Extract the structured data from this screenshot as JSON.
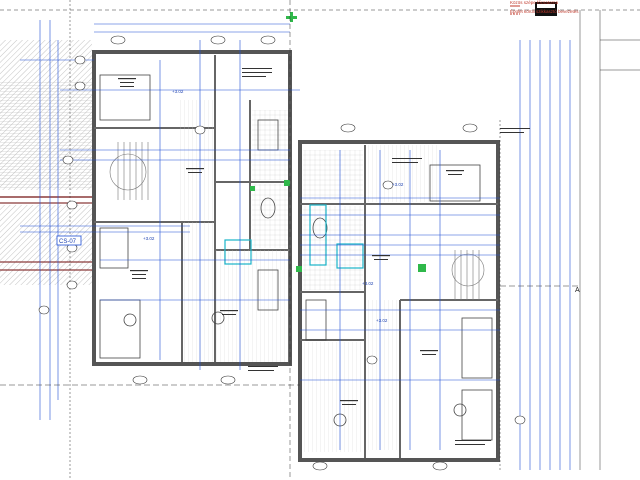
{
  "legend": {
    "line1": "Közös szépe főcsatorna",
    "line2": "Épület körüli szikkasztó bevezetés",
    "badge": "|||||||"
  },
  "tags": {
    "cs07": "CS-07",
    "axis_a": "A"
  },
  "levels": [
    "+3.02",
    "+3.02",
    "+3.02",
    "+3.02",
    "+3.02"
  ],
  "colors": {
    "wall": "#555555",
    "blue": "#1f4fd6",
    "cyan": "#19b3c8",
    "green": "#2fb84a",
    "hatch": "#9a9a9a"
  }
}
